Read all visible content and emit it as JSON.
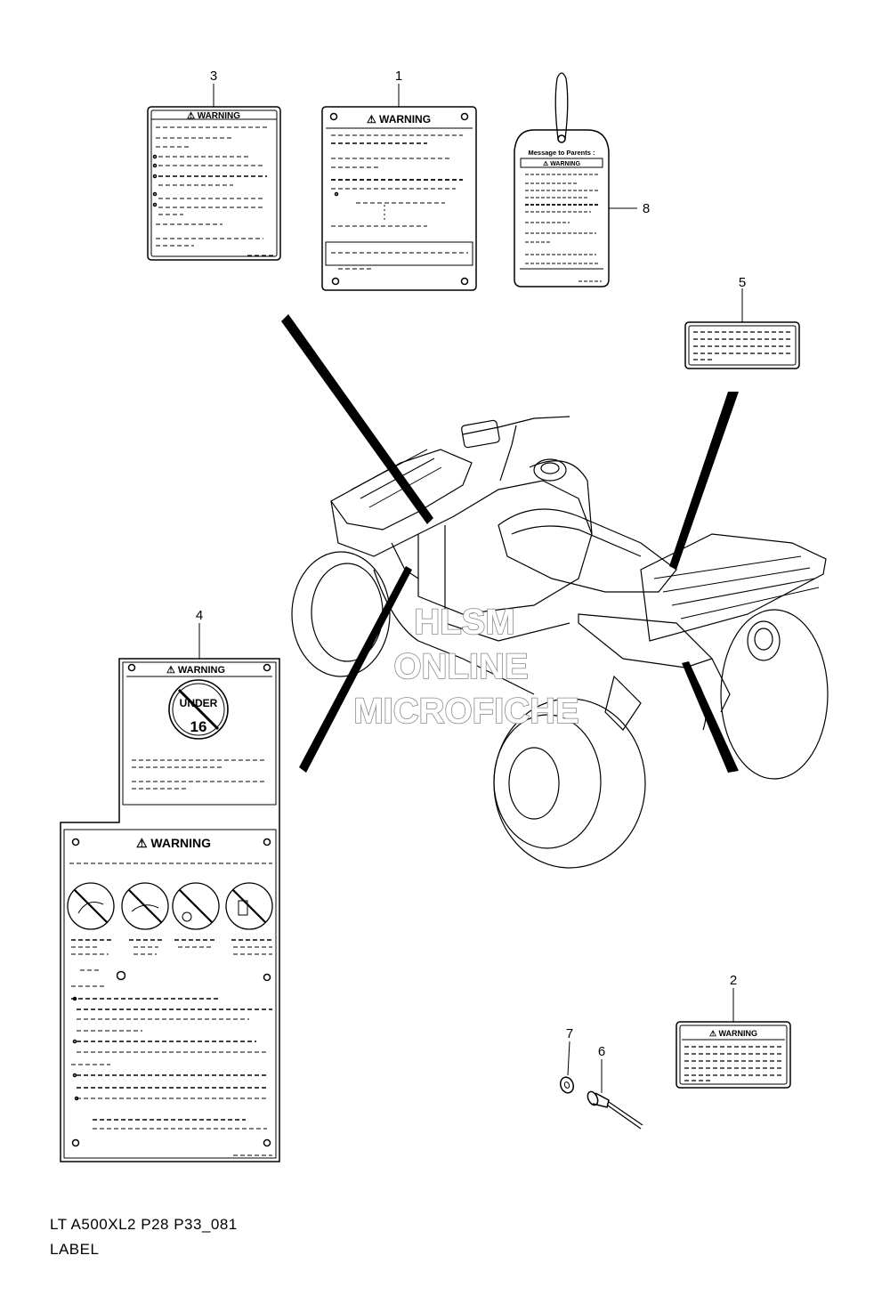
{
  "diagram": {
    "code": "LT A500XL2 P28 P33_081",
    "title": "LABEL"
  },
  "watermark": {
    "line1": "HLSM",
    "line2": "ONLINE",
    "line3": "MICROFICHE"
  },
  "callouts": [
    "1",
    "2",
    "3",
    "4",
    "5",
    "6",
    "7",
    "8"
  ],
  "labels": {
    "warning": "WARNING",
    "tag_heading": "Message to Parents :",
    "under_age_top": "UNDER",
    "under_age_bottom": "16"
  },
  "colors": {
    "ink": "#000000",
    "watermark": "#8a8a8a"
  }
}
